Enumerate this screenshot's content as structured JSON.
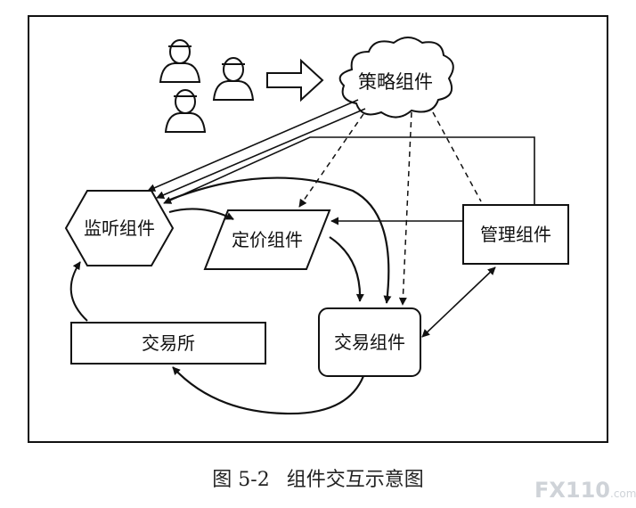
{
  "diagram": {
    "nodes": {
      "strategy": "策略组件",
      "listener": "监听组件",
      "pricing": "定价组件",
      "management": "管理组件",
      "exchange": "交易所",
      "trading": "交易组件"
    }
  },
  "caption": {
    "figure_no": "图 5-2",
    "title": "组件交互示意图"
  },
  "watermark": {
    "brand": "FX110",
    "suffix": ".com"
  }
}
